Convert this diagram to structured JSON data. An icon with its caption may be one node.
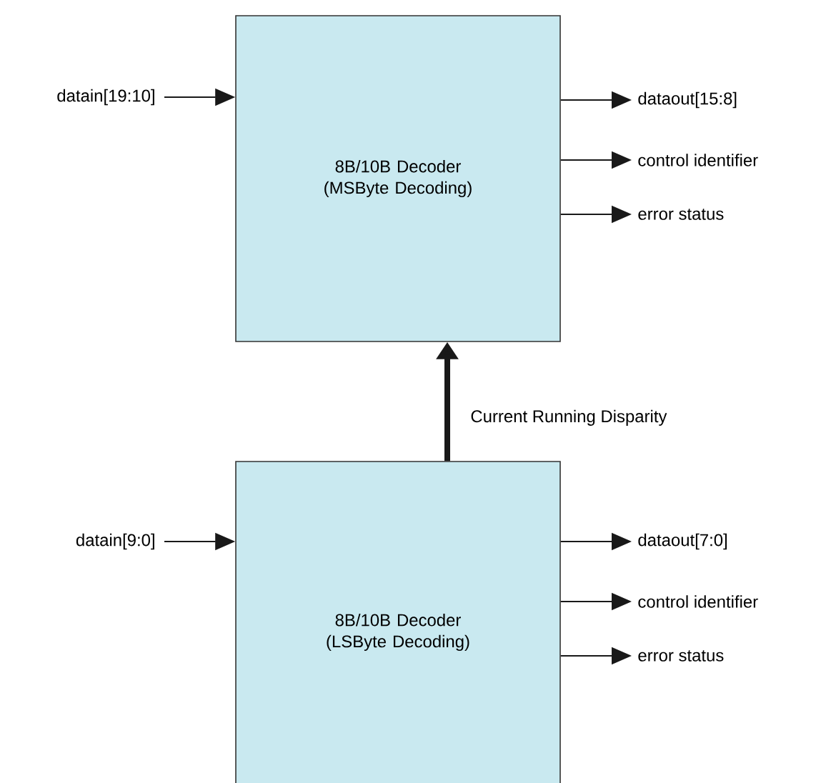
{
  "diagram": {
    "nodes": [
      {
        "text": [
          "8B/10B Decoder (MSByte Decoding)"
        ]
      },
      {
        "text": [
          "datain[19:10]"
        ]
      },
      {
        "text": [
          "dataout[15:8]"
        ]
      },
      {
        "text": [
          "control identifier"
        ]
      },
      {
        "text": [
          "error status"
        ]
      },
      {
        "text": [
          "8B/10B Decoder (LSByte Decoding)"
        ]
      },
      {
        "text": [
          "datain[9:0]"
        ]
      },
      {
        "text": [
          "dataout[7:0]"
        ]
      },
      {
        "text": [
          "control identifier"
        ]
      },
      {
        "text": [
          "error status"
        ]
      }
    ],
    "edges": [
      {
        "from": 1,
        "to": 0,
        "arrow": "to"
      },
      {
        "from": 0,
        "to": 2,
        "arrow": "to"
      },
      {
        "from": 0,
        "to": 3,
        "arrow": "to"
      },
      {
        "from": 0,
        "to": 4,
        "arrow": "to"
      },
      {
        "from": 5,
        "to": 0,
        "arrow": "to",
        "style": "thick",
        "label": "Current Running Disparity"
      },
      {
        "from": 6,
        "to": 5,
        "arrow": "to"
      },
      {
        "from": 5,
        "to": 7,
        "arrow": "to"
      },
      {
        "from": 5,
        "to": 8,
        "arrow": "to"
      },
      {
        "from": 5,
        "to": 9,
        "arrow": "to"
      }
    ]
  }
}
